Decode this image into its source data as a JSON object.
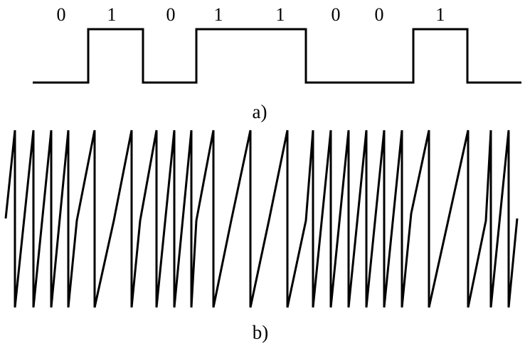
{
  "bits": [
    "0",
    "1",
    "0",
    "1",
    "1",
    "0",
    "0",
    "1"
  ],
  "captions": {
    "top": "a)",
    "bottom": "b)"
  },
  "chart_data": [
    {
      "type": "line",
      "bit_sequence": [
        0,
        1,
        0,
        1,
        1,
        0,
        0,
        1
      ]
    },
    {
      "type": "line",
      "sawtooth_teeth_per_bit": {
        "0": 4,
        "1": 2
      }
    }
  ]
}
